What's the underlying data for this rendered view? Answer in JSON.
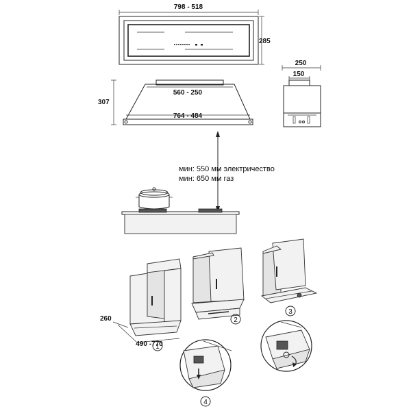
{
  "top_view": {
    "width_label": "798 - 518",
    "depth_label": "285"
  },
  "front_view": {
    "height_label": "307",
    "top_width_label": "560 - 250",
    "bottom_width_label": "764 - 484"
  },
  "side_view": {
    "outer_label": "250",
    "inner_label": "150"
  },
  "clearance": {
    "electric": "мин: 550 мм электричество",
    "gas": "мин: 650 мм газ"
  },
  "install": {
    "depth_label": "260",
    "width_label": "490 -770",
    "steps": [
      "1",
      "2",
      "3",
      "4"
    ]
  }
}
